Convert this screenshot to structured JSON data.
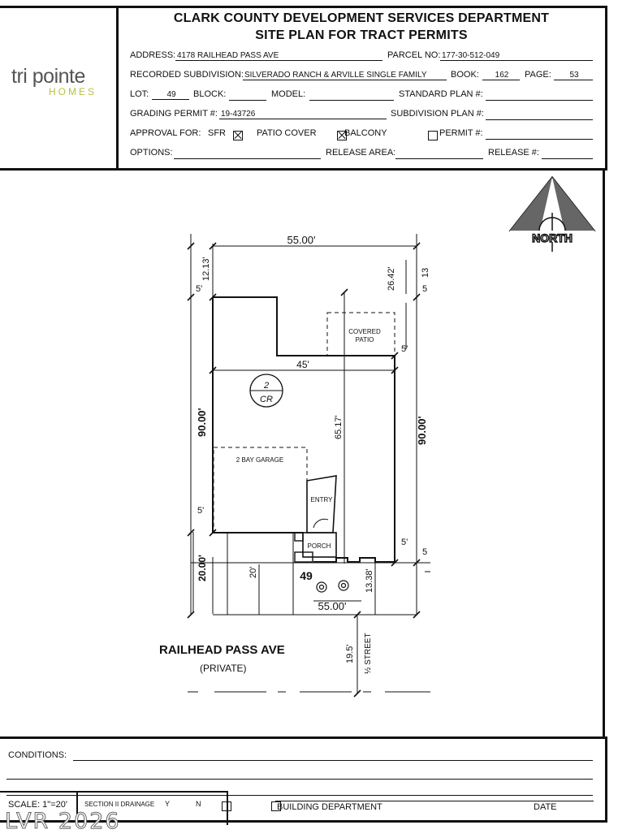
{
  "header": {
    "title_line1": "CLARK COUNTY DEVELOPMENT SERVICES DEPARTMENT",
    "title_line2": "SITE PLAN FOR TRACT PERMITS"
  },
  "logo": {
    "main": "tri pointe",
    "sub": "HOMES"
  },
  "fields": {
    "address_label": "ADDRESS:",
    "address": "4178 RAILHEAD PASS AVE",
    "parcel_label": "PARCEL NO:",
    "parcel": "177-30-512-049",
    "subdivision_label": "RECORDED SUBDIVISION:",
    "subdivision": "SILVERADO RANCH & ARVILLE SINGLE FAMILY",
    "book_label": "BOOK:",
    "book": "162",
    "page_label": "PAGE:",
    "page": "53",
    "lot_label": "LOT:",
    "lot": "49",
    "block_label": "BLOCK:",
    "model_label": "MODEL:",
    "standard_plan_label": "STANDARD PLAN #:",
    "grading_label": "GRADING PERMIT #:",
    "grading": "19-43726",
    "subdivision_plan_label": "SUBDIVISION PLAN #:",
    "approval_label": "APPROVAL FOR:",
    "sfr_label": "SFR",
    "patio_label": "PATIO COVER",
    "balcony_label": "BALCONY",
    "permit_label": "PERMIT #:",
    "options_label": "OPTIONS:",
    "release_area_label": "RELEASE AREA:",
    "release_label": "RELEASE #:"
  },
  "plan": {
    "north": "NORTH",
    "width_top": "55.00'",
    "width_bottom": "55.00'",
    "rear_setback": "12.13'",
    "rear_setback_right": "26.42'",
    "rear_right_partial": "13",
    "five": "5'",
    "five_short": "5",
    "depth_left": "90.00'",
    "depth_right": "90.00'",
    "house_width": "45'",
    "house_depth": "65.17'",
    "front_setback": "20.00'",
    "driveway": "20'",
    "front_right": "13.38'",
    "street_half": "19.5'",
    "street_half_label": "½ STREET",
    "covered_patio_1": "COVERED",
    "covered_patio_2": "PATIO",
    "garage": "2 BAY GARAGE",
    "entry": "ENTRY",
    "porch": "PORCH",
    "lot_number": "49",
    "plan_num": "2",
    "plan_code": "CR",
    "street_name": "RAILHEAD PASS AVE",
    "street_private": "(PRIVATE)"
  },
  "footer": {
    "conditions": "CONDITIONS:",
    "scale": "SCALE: 1\"=20'",
    "drainage": "SECTION II DRAINAGE",
    "y": "Y",
    "n": "N",
    "building_dept": "BUILDING DEPARTMENT",
    "date": "DATE"
  },
  "watermark": "LVR 2026"
}
